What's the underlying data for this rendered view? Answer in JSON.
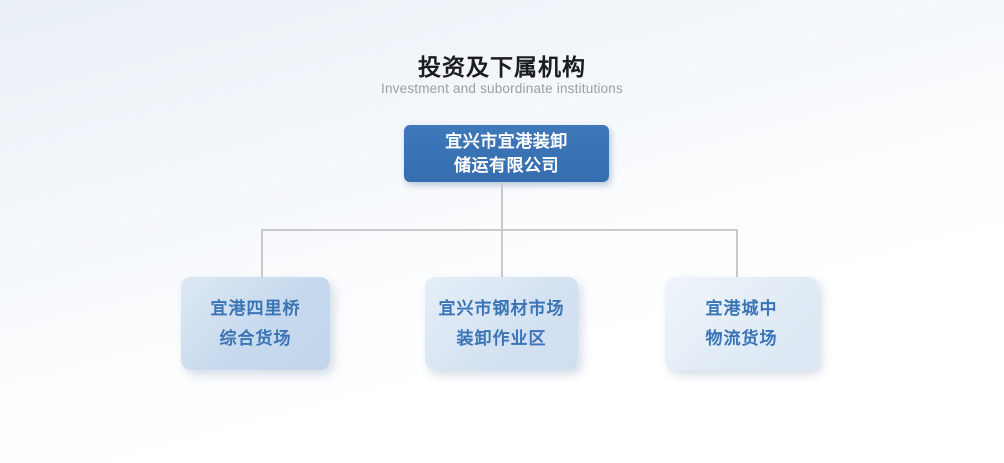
{
  "header": {
    "title": "投资及下属机构",
    "subtitle": "Investment and subordinate institutions"
  },
  "org_chart": {
    "type": "org-tree",
    "root": {
      "lines": [
        "宜兴市宜港装卸",
        "储运有限公司"
      ]
    },
    "children": [
      {
        "lines": [
          "宜港四里桥",
          "综合货场"
        ]
      },
      {
        "lines": [
          "宜兴市钢材市场",
          "装卸作业区"
        ]
      },
      {
        "lines": [
          "宜港城中",
          "物流货场"
        ]
      }
    ],
    "colors": {
      "root_box": "#3a73b5",
      "root_text": "#ffffff",
      "child_text": "#3a74b5",
      "child_box_1": "#c6d9ed",
      "child_box_2": "#d3e1f1",
      "child_box_3": "#dfeaf5",
      "connector": "#c9cacb",
      "title_text": "#1c1c1c",
      "subtitle_text": "#9b9ea1"
    }
  }
}
